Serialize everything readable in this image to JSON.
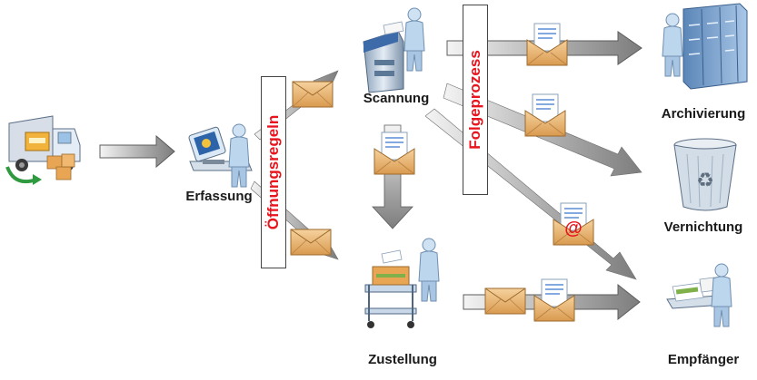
{
  "nodes": {
    "erfassung": "Erfassung",
    "scannung": "Scannung",
    "zustellung": "Zustellung",
    "archivierung": "Archivierung",
    "vernichtung": "Vernichtung",
    "empfaenger": "Empfänger"
  },
  "stages": {
    "oeffnungsregeln": "Öffnungsregeln",
    "folgeprozess": "Folgeprozess"
  },
  "icons": {
    "delivery": "delivery-truck-icon",
    "entry": "workstation-operator-icon",
    "scan": "scanner-operator-icon",
    "deliver": "mail-cart-courier-icon",
    "archive": "server-rack-operator-icon",
    "destroy": "recycle-bin-icon",
    "recipient": "recipient-desk-icon",
    "letter": "envelope-icon",
    "email": "email-at-icon"
  },
  "colors": {
    "stage_text": "#e8141e",
    "arrow": "#9a9a9a",
    "envelope": "#e9b472"
  }
}
